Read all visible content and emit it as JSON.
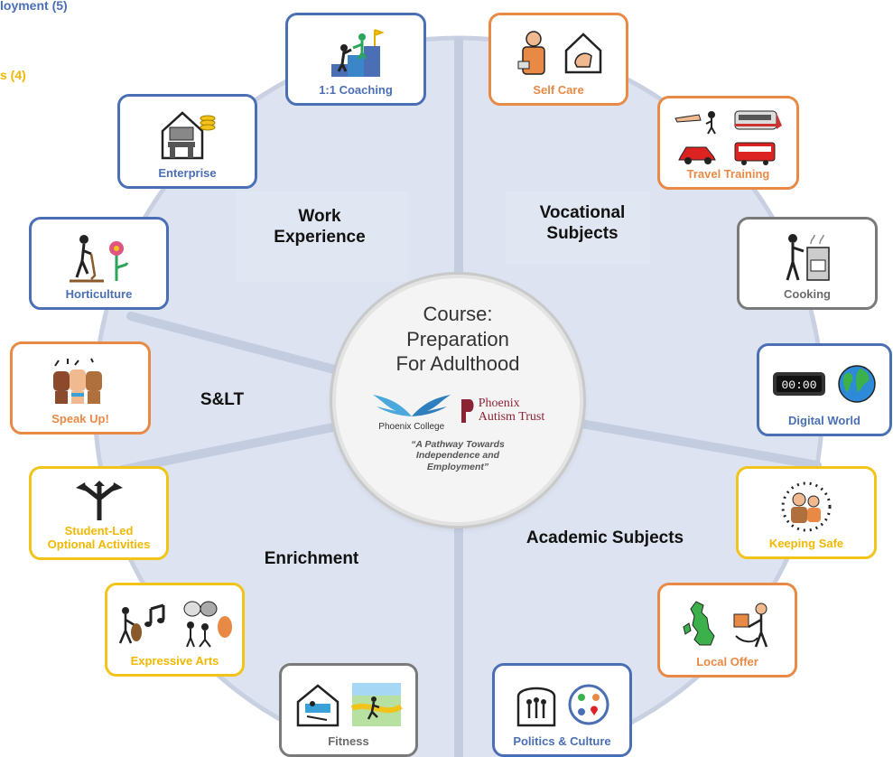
{
  "legend": {
    "employment": "loyment (5)",
    "other": "s (4)"
  },
  "colors": {
    "blue": "#4a6fb5",
    "orange": "#e88a45",
    "gray": "#7a7a7a",
    "yellow": "#f2c318",
    "wheel": "#dde3f0",
    "divider": "#c4cde0"
  },
  "sections": {
    "work_experience": "Work\nExperience",
    "vocational": "Vocational\nSubjects",
    "slt": "S&LT",
    "enrichment": "Enrichment",
    "academic": "Academic Subjects"
  },
  "center": {
    "title": "Course:\nPreparation\nFor Adulthood",
    "college_logo": "Phoenix College",
    "trust_logo": "Phoenix\nAutism Trust",
    "tagline": "“A Pathway Towards\nIndependence and\nEmployment”"
  },
  "boxes": {
    "coaching": "1:1 Coaching",
    "enterprise": "Enterprise",
    "horticulture": "Horticulture",
    "speak_up": "Speak Up!",
    "student_led": "Student-Led\nOptional Activities",
    "expressive_arts": "Expressive Arts",
    "fitness": "Fitness",
    "politics": "Politics & Culture",
    "local_offer": "Local Offer",
    "keeping_safe": "Keeping Safe",
    "digital_world": "Digital World",
    "cooking": "Cooking",
    "travel_training": "Travel Training",
    "self_care": "Self Care"
  },
  "icons": {
    "coaching": [
      "coaching-icon"
    ],
    "enterprise": [
      "desk-icon"
    ],
    "horticulture": [
      "gardening-icon"
    ],
    "speak_up": [
      "raised-fists-icon"
    ],
    "student_led": [
      "choice-arrows-icon"
    ],
    "expressive_arts": [
      "music-icon",
      "drama-icon"
    ],
    "fitness": [
      "swimming-icon",
      "running-icon"
    ],
    "politics": [
      "parliament-icon",
      "culture-icon"
    ],
    "local_offer": [
      "uk-map-icon",
      "offer-icon"
    ],
    "keeping_safe": [
      "safety-circle-icon"
    ],
    "digital_world": [
      "digital-clock-icon",
      "globe-icon"
    ],
    "cooking": [
      "cooking-icon"
    ],
    "travel_training": [
      "pointing-icon",
      "train-icon",
      "car-icon",
      "bus-icon"
    ],
    "self_care": [
      "self-care-person-icon",
      "hand-icon"
    ],
    "digital_clock_text": "00:00"
  }
}
